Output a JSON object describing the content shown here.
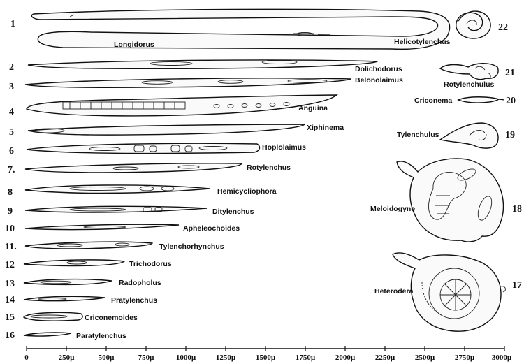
{
  "worms": [
    {
      "num": "1",
      "name": "Longidorus"
    },
    {
      "num": "2",
      "name": "Dolichodorus"
    },
    {
      "num": "3",
      "name": "Belonolaimus"
    },
    {
      "num": "4",
      "name": "Anguina"
    },
    {
      "num": "5",
      "name": "Xiphinema"
    },
    {
      "num": "6",
      "name": "Hoplolaimus"
    },
    {
      "num": "7.",
      "name": "Rotylenchus"
    },
    {
      "num": "8",
      "name": "Hemicycliophora"
    },
    {
      "num": "9",
      "name": "Ditylenchus"
    },
    {
      "num": "10",
      "name": "Apheleochoides"
    },
    {
      "num": "11.",
      "name": "Tylenchorhynchus"
    },
    {
      "num": "12",
      "name": "Trichodorus"
    },
    {
      "num": "13",
      "name": "Radopholus"
    },
    {
      "num": "14",
      "name": "Pratylenchus"
    },
    {
      "num": "15",
      "name": "Criconemoides"
    },
    {
      "num": "16",
      "name": "Paratylenchus"
    },
    {
      "num": "17",
      "name": "Heterodera"
    },
    {
      "num": "18",
      "name": "Meloidogyne"
    },
    {
      "num": "19",
      "name": "Tylenchulus"
    },
    {
      "num": "20",
      "name": "Criconema"
    },
    {
      "num": "21",
      "name": "Rotylenchulus"
    },
    {
      "num": "22",
      "name": "Helicotylenchus"
    }
  ],
  "scale_ticks": [
    "0",
    "250µ",
    "500µ",
    "750µ",
    "1000µ",
    "1250µ",
    "1500µ",
    "1750µ",
    "2000µ",
    "2250µ",
    "2500µ",
    "2750µ",
    "3000µ"
  ],
  "colors": {
    "ink": "#111111",
    "background": "#ffffff"
  }
}
